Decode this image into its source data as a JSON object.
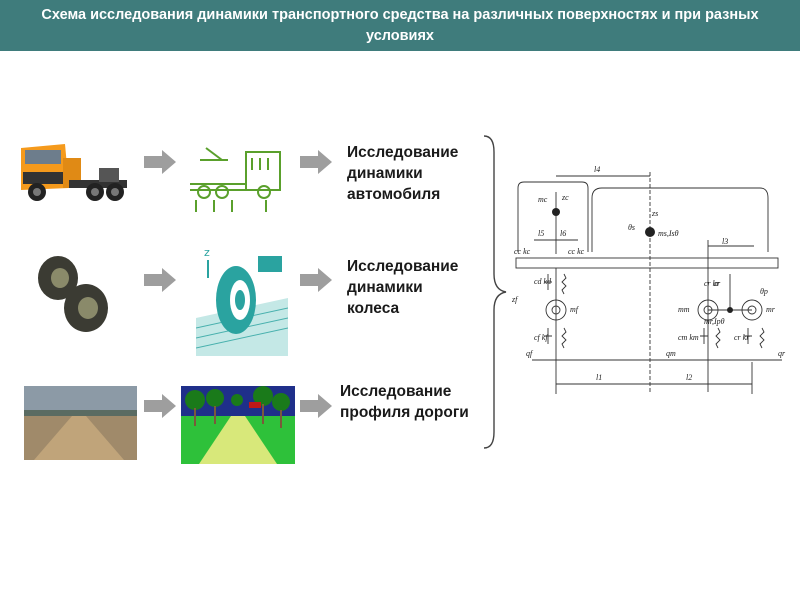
{
  "title": "Схема исследования динамики транспортного средства на различных поверхностях и при разных условиях",
  "rows": [
    {
      "label_line1": "Исследование",
      "label_line2": "динамики",
      "label_line3": "автомобиля"
    },
    {
      "label_line1": "Исследование",
      "label_line2": "динамики",
      "label_line3": "колеса"
    },
    {
      "label_line1": "Исследование",
      "label_line2": "профиля дороги"
    }
  ],
  "scheme_labels": {
    "l4": "l4",
    "l5": "l5",
    "l6": "l6",
    "l3": "l3",
    "l1": "l1",
    "l2": "l2",
    "mc": "mc",
    "zc": "zc",
    "zs": "zs",
    "theta_s": "θs",
    "ms_is": "ms,Isθ",
    "cc_kc_left": "cc kc",
    "cc_kc_right": "cc kc",
    "cd_kd": "cd kd",
    "zf": "zf",
    "mf": "mf",
    "cf_kf": "cf kf",
    "qf": "qf",
    "cr_kr_top": "cr kr",
    "zr": "zr",
    "theta_p": "θp",
    "mm": "mm",
    "mr": "mr",
    "mrtheta": "mr,Ipθ",
    "cm_km": "cm km",
    "cr_kr_bottom": "cr kr",
    "qm": "qm",
    "qr": "qr"
  },
  "colors": {
    "header_bg": "#3f7c7c",
    "arrow": "#9e9e9e",
    "truck_orange": "#f59a1c",
    "icon_green": "#5aa02c",
    "tire_teal": "#2aa3a0"
  }
}
